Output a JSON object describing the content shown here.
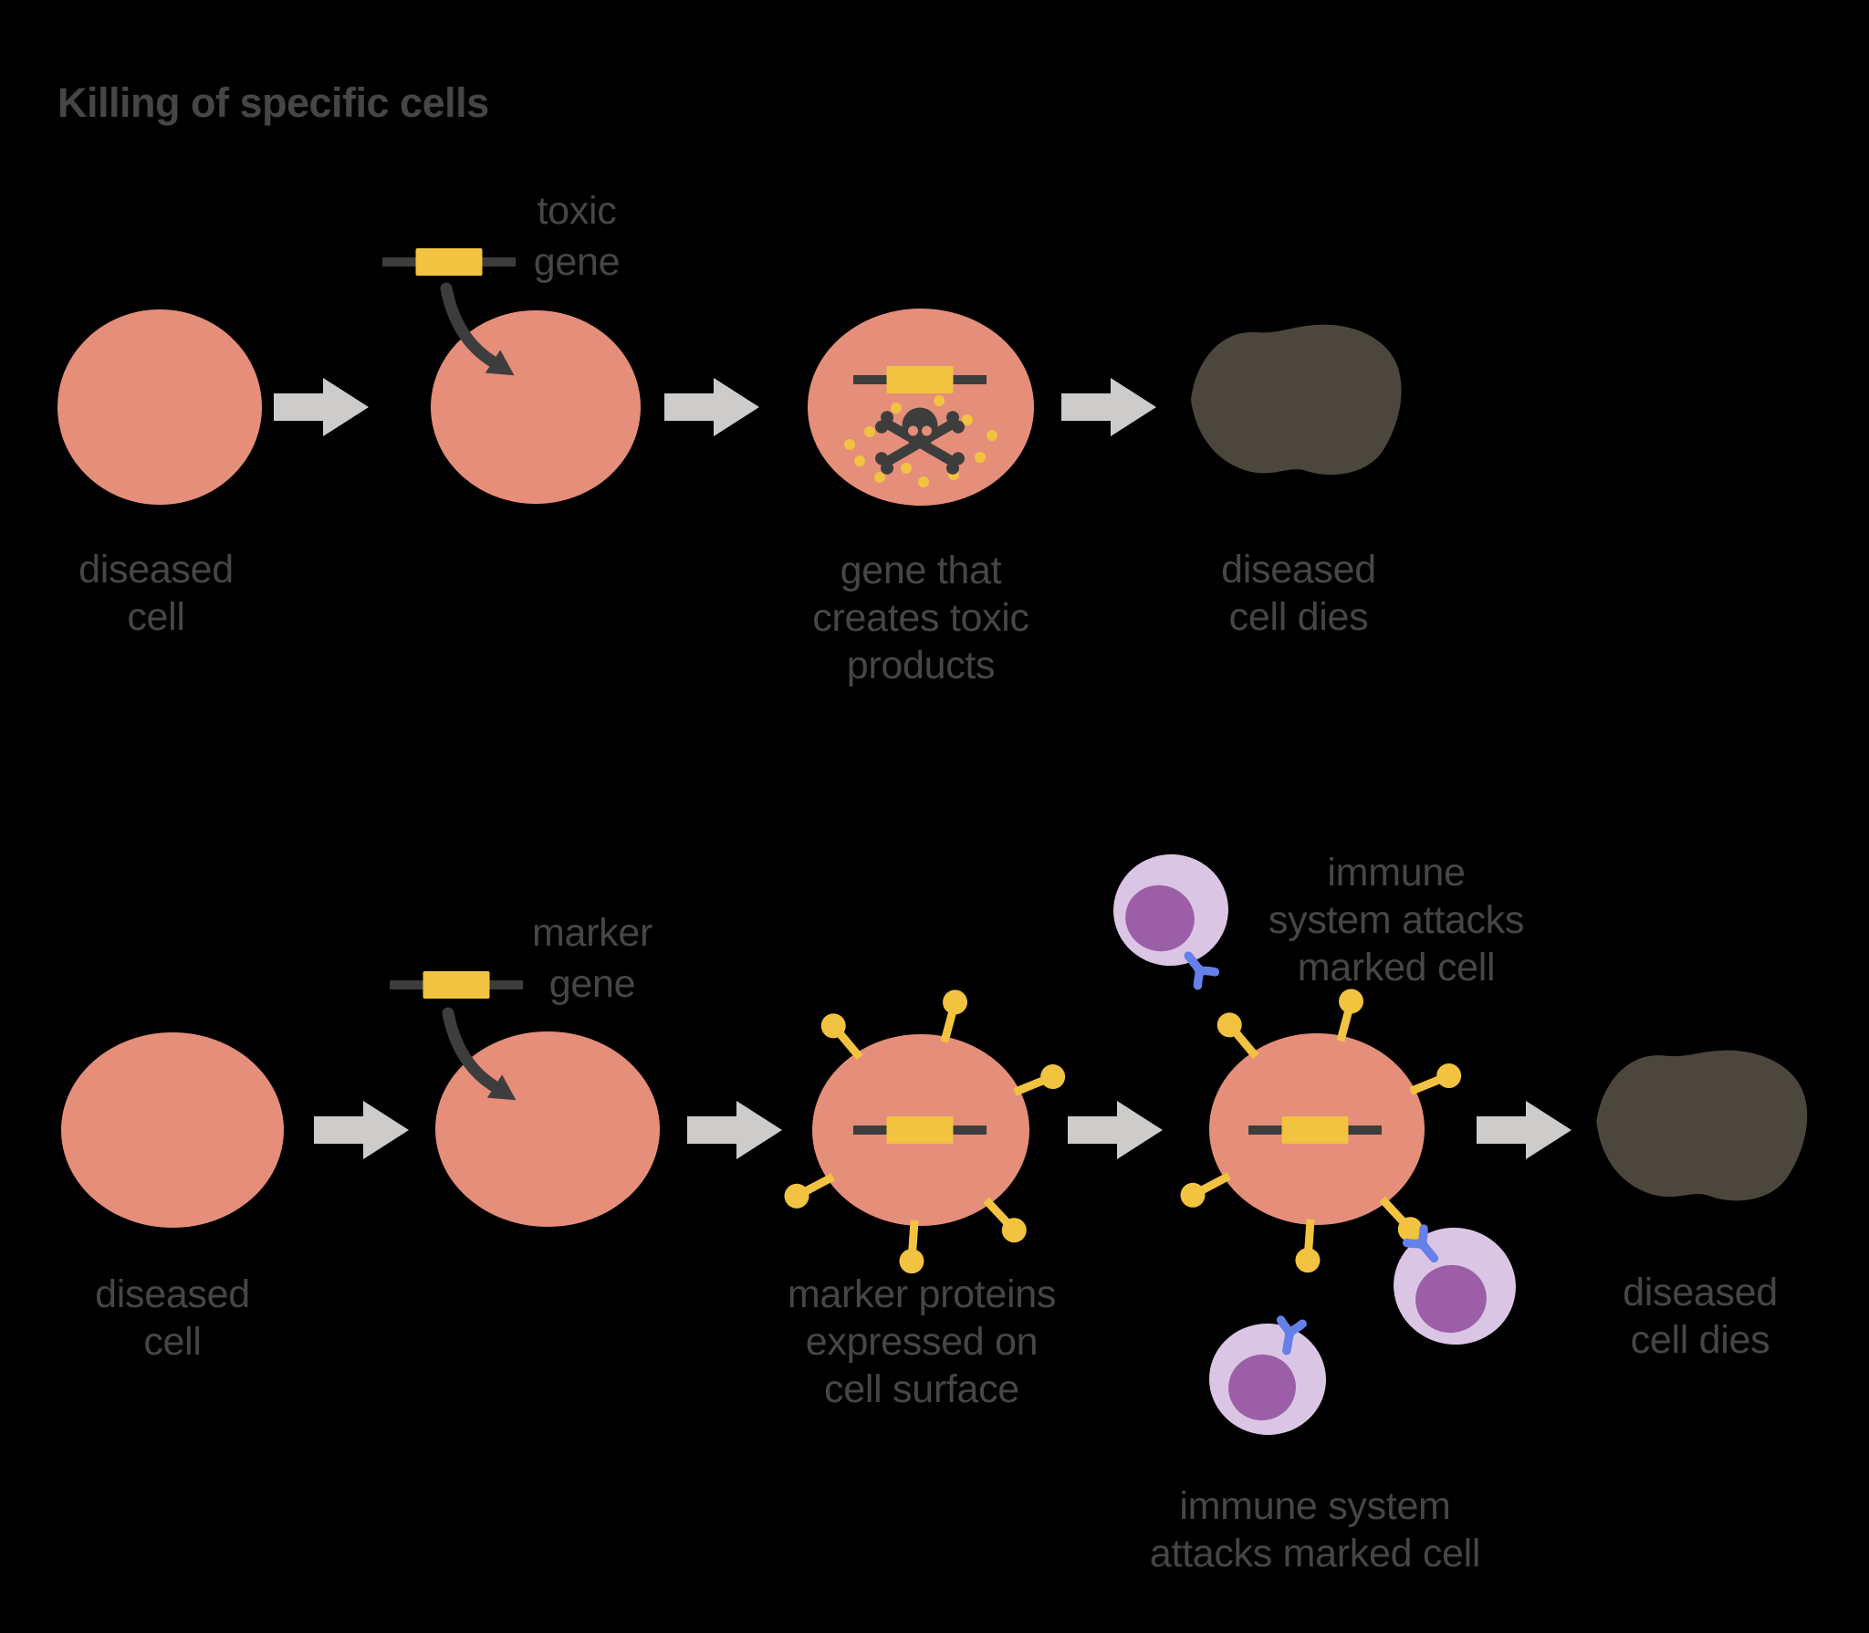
{
  "title": "Killing of specific cells",
  "colors": {
    "background": "#000000",
    "cell": "#E58E7A",
    "gene_yellow": "#F2C340",
    "dark": "#3D3D3D",
    "text": "#464646",
    "flow_arrow": "#CDCCCB",
    "dead_cell": "#4B473C",
    "immune_outer": "#DAC6E4",
    "immune_nucleus": "#9C5EA7",
    "receptor_blue": "#6580E8"
  },
  "row1": {
    "cell1_label": [
      "diseased",
      "cell"
    ],
    "gene_label": [
      "toxic",
      "gene"
    ],
    "cell3_label": [
      "gene that",
      "creates toxic",
      "products"
    ],
    "dead_label": [
      "diseased",
      "cell dies"
    ]
  },
  "row2": {
    "cell1_label": [
      "diseased",
      "cell"
    ],
    "gene_label": [
      "marker",
      "gene"
    ],
    "cell3_label": [
      "marker proteins",
      "expressed on",
      "cell surface"
    ],
    "attack_label_top": [
      "immune",
      "system attacks",
      "marked cell"
    ],
    "attack_label_bottom": [
      "immune system",
      "attacks marked cell"
    ],
    "dead_label": [
      "diseased",
      "cell dies"
    ]
  },
  "icons": {
    "toxin": "skull-crossbones",
    "flow": "block-arrow-right",
    "insertion": "curved-arrow",
    "marker_protein": "pin",
    "immune_receptor": "y-receptor"
  }
}
